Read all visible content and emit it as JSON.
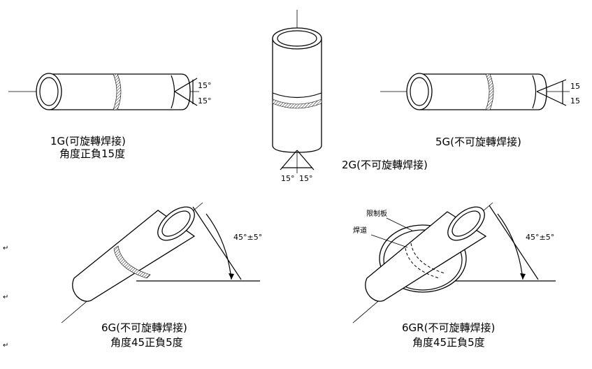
{
  "figures": {
    "fig_1g": {
      "title": "1G(可旋轉焊接)",
      "subtitle": "角度正負15度",
      "angle_top": "15°",
      "angle_bottom": "15°"
    },
    "fig_2g": {
      "title": "2G(不可旋轉焊接)",
      "angle_left": "15°",
      "angle_right": "15°"
    },
    "fig_5g": {
      "title": "5G(不可旋轉焊接)",
      "angle_top": "15",
      "angle_bottom": "15"
    },
    "fig_6g": {
      "title": "6G(不可旋轉焊接)",
      "subtitle": "角度45正負5度",
      "angle": "45°±5°"
    },
    "fig_6gr": {
      "title": "6GR(不可旋轉焊接)",
      "subtitle": "角度45正負5度",
      "angle": "45°±5°",
      "label_plate": "限制板",
      "label_weld": "焊道"
    }
  },
  "paragraph_mark": "↵"
}
